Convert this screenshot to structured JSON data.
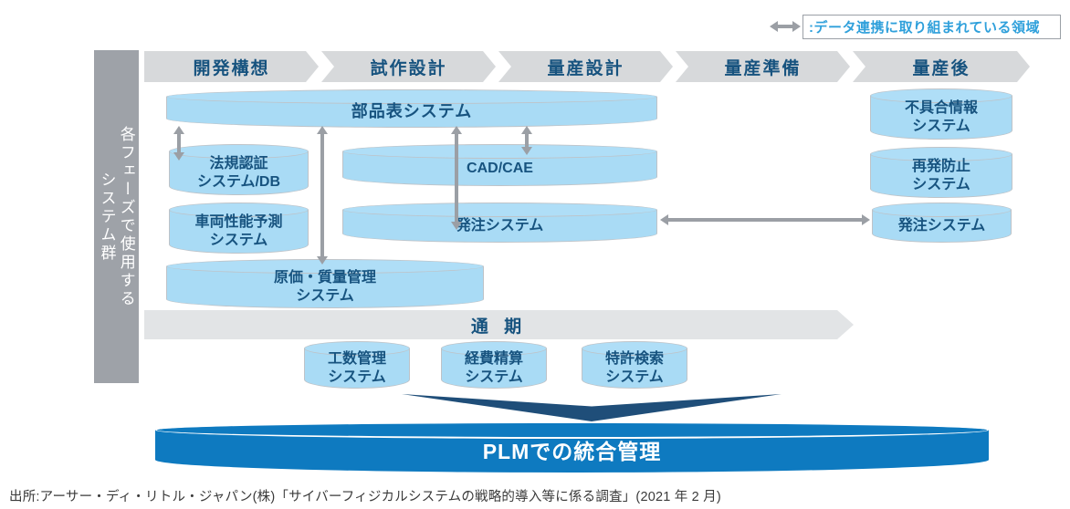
{
  "legend": {
    "label": ":データ連携に取り組まれている領域"
  },
  "sidebar": {
    "label": "各フェーズで使用する\nシステム群"
  },
  "phases": [
    {
      "label": "開発構想"
    },
    {
      "label": "試作設計"
    },
    {
      "label": "量産設計"
    },
    {
      "label": "量産準備"
    },
    {
      "label": "量産後"
    }
  ],
  "cylinders": {
    "bom": {
      "label": "部品表システム"
    },
    "defect_info": {
      "label": "不具合情報\nシステム"
    },
    "regulation": {
      "label": "法規認証\nシステム/DB"
    },
    "cad_cae": {
      "label": "CAD/CAE"
    },
    "recurrence": {
      "label": "再発防止\nシステム"
    },
    "vehicle_perf": {
      "label": "車両性能予測\nシステム"
    },
    "ordering_mid": {
      "label": "発注システム"
    },
    "ordering_right": {
      "label": "発注システム"
    },
    "cost_quality": {
      "label": "原価・質量管理\nシステム"
    },
    "manhour": {
      "label": "工数管理\nシステム"
    },
    "expense": {
      "label": "経費精算\nシステム"
    },
    "patent": {
      "label": "特許検索\nシステム"
    }
  },
  "period": {
    "label": "通 期"
  },
  "plm": {
    "label": "PLMでの統合管理"
  },
  "source": {
    "label": "出所:アーサー・ディ・リトル・ジャパン(株)「サイバーフィジカルシステムの戦略的導入等に係る調査」(2021 年 2 月)"
  },
  "colors": {
    "cylinder_fill": "#A9DBF5",
    "phase_fill": "#D7D9DB",
    "sidebar_fill": "#9EA2A8",
    "plm_fill": "#0E7AC0",
    "text_blue": "#17537F",
    "arrow_gray": "#9B9FA5",
    "legend_text": "#2FA0DB",
    "down_chevron_navy": "#1F4E79"
  }
}
